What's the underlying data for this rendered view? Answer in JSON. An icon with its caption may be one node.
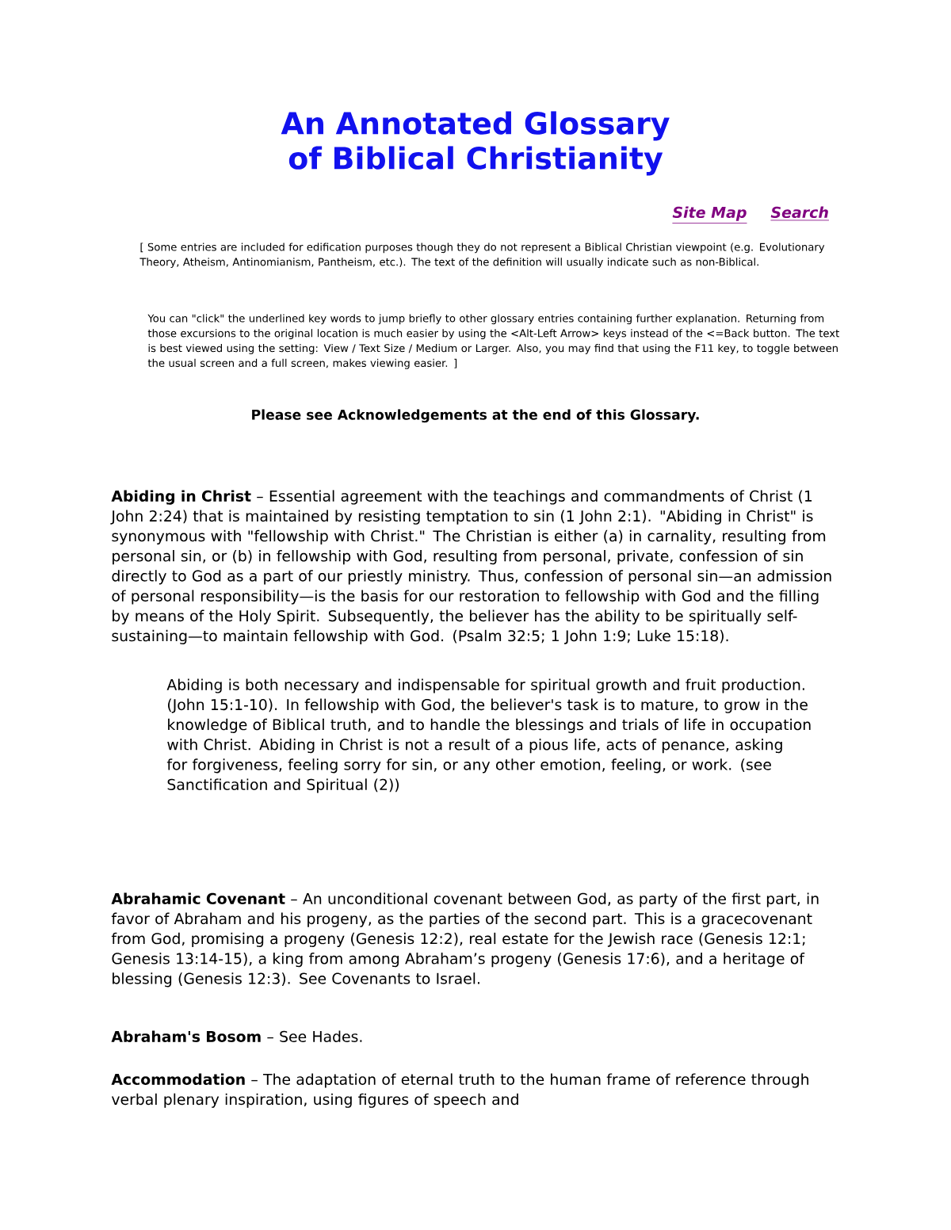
{
  "diagram": {
    "title": "An Annotated Glossary of Biblical Christianity",
    "labels": [
      "Site Map",
      "Search",
      "[ Some entries are included for edification purposes though they do not represent a Biblical Christian viewpoint (e.g. Evolutionary Theory, Atheism, Antinomianism, Pantheism, etc.). The text of the definition will usually indicate such as non-Biblical.",
      "You can \"click\" the underlined key words to jump briefly to other glossary entries containing further explanation. Returning from those excursions to the original location is much easier by using the <Alt-Left Arrow> keys instead of the <=Back button. The text is best viewed using the setting: View / Text Size / Medium or Larger. Also, you may find that using the F11 key, to toggle between the usual screen and a full screen, makes viewing easier. ]",
      "Please see Acknowledgements at the end of this Glossary.",
      "**Abiding in Christ** – Essential agreement with the teachings and commandments of Christ (1 John 2:24) that is maintained by resisting temptation to sin (1 John 2:1). \"Abiding in Christ\" is synonymous with \"fellowship with Christ.\" The Christian is either (a) in carnality, resulting from personal sin, or (b) in fellowship with God, resulting from personal, private, confession of sin directly to God as a part of our priestly ministry. Thus, confession of personal sin—an admission of personal responsibility—is the basis for our restoration to fellowship with God and the filling by means of the Holy Spirit. Subsequently, the believer has the ability to be spiritually self-sustaining—to maintain fellowship with God. (Psalm 32:5; 1 John 1:9; Luke 15:18).",
      "Abiding is both necessary and indispensable for spiritual growth and fruit production. (John 15:1-10). In fellowship with God, the believer's task is to mature, to grow in the knowledge of Biblical truth, and to handle the blessings and trials of life in occupation with Christ. Abiding in Christ is not a result of a pious life, acts of penance, asking for forgiveness, feeling sorry for sin, or any other emotion, feeling, or work. (see Sanctification and Spiritual (2))",
      "**Abrahamic Covenant** – An unconditional covenant between God, as party of the first part, in favor of Abraham and his progeny, as the parties of the second part. This is a gracecovenant from God, promising a progeny (Genesis 12:2), real estate for the Jewish race (Genesis 12:1; Genesis 13:14-15), a king from among Abraham’s progeny (Genesis 17:6), and a heritage of blessing (Genesis 12:3). See Covenants to Israel.",
      "**Abraham's Bosom** – See Hades.",
      "**Accommodation** – The adaptation of eternal truth to the human frame of reference through verbal plenary inspiration, using figures of speech and"
    ]
  }
}
